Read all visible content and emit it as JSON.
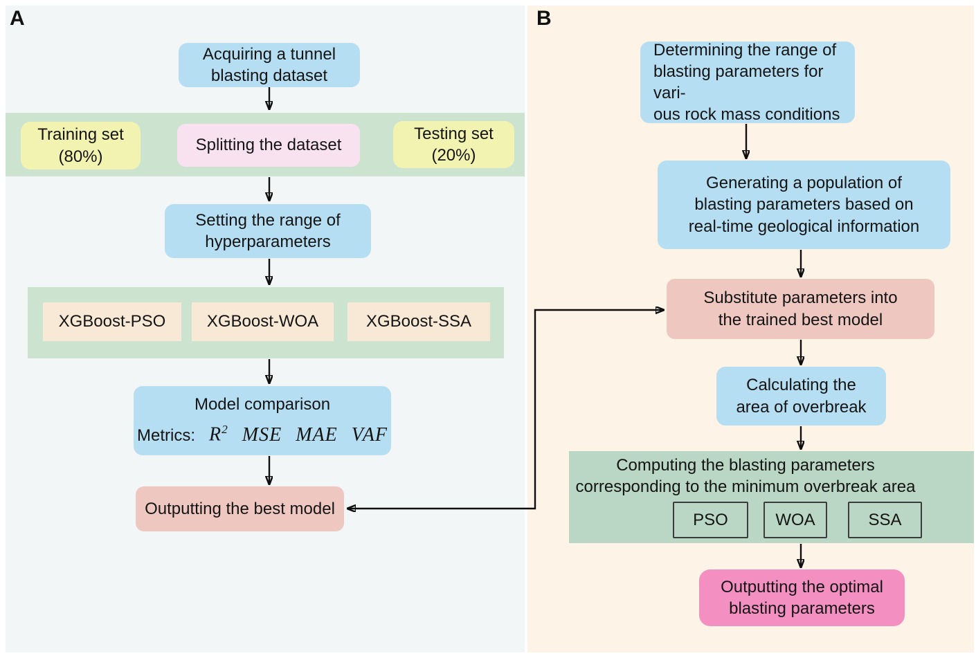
{
  "colors": {
    "panel_a_bg": "#f3f6f6",
    "panel_b_bg": "#fdf3e6",
    "blue_box": "#b5def2",
    "green_band_a": "#cce3cf",
    "green_band_b": "#b9d7c4",
    "yellow_box": "#f3f3b1",
    "pink_box": "#f8e2f0",
    "tan_box": "#f7e9d6",
    "salmon_box": "#eec7c0",
    "hot_pink_box": "#f390c1",
    "arrow": "#0e0e0e"
  },
  "panel_a": {
    "label": "A",
    "acquire": "Acquiring a tunnel\nblasting dataset",
    "training": "Training set\n(80%)",
    "splitting": "Splitting the dataset",
    "testing": "Testing set\n(20%)",
    "setting": "Setting the range of\nhyperparameters",
    "models": [
      "XGBoost-PSO",
      "XGBoost-WOA",
      "XGBoost-SSA"
    ],
    "comparison": {
      "title": "Model comparison",
      "metrics_label": "Metrics:",
      "r_base": "R",
      "r_sup": "2",
      "m1": "MSE",
      "m2": "MAE",
      "m3": "VAF"
    },
    "output": "Outputting the best model"
  },
  "panel_b": {
    "label": "B",
    "determining": "Determining the range of\nblasting parameters for vari-\nous rock mass conditions",
    "generating": "Generating a population of\nblasting parameters based on\nreal-time geological information",
    "substitute": "Substitute parameters into\nthe trained best model",
    "calculating": "Calculating the\narea of overbreak",
    "computing": "Computing the blasting parameters\ncorresponding to the minimum overbreak area",
    "algorithms": [
      "PSO",
      "WOA",
      "SSA"
    ],
    "output": "Outputting the optimal\nblasting parameters"
  }
}
